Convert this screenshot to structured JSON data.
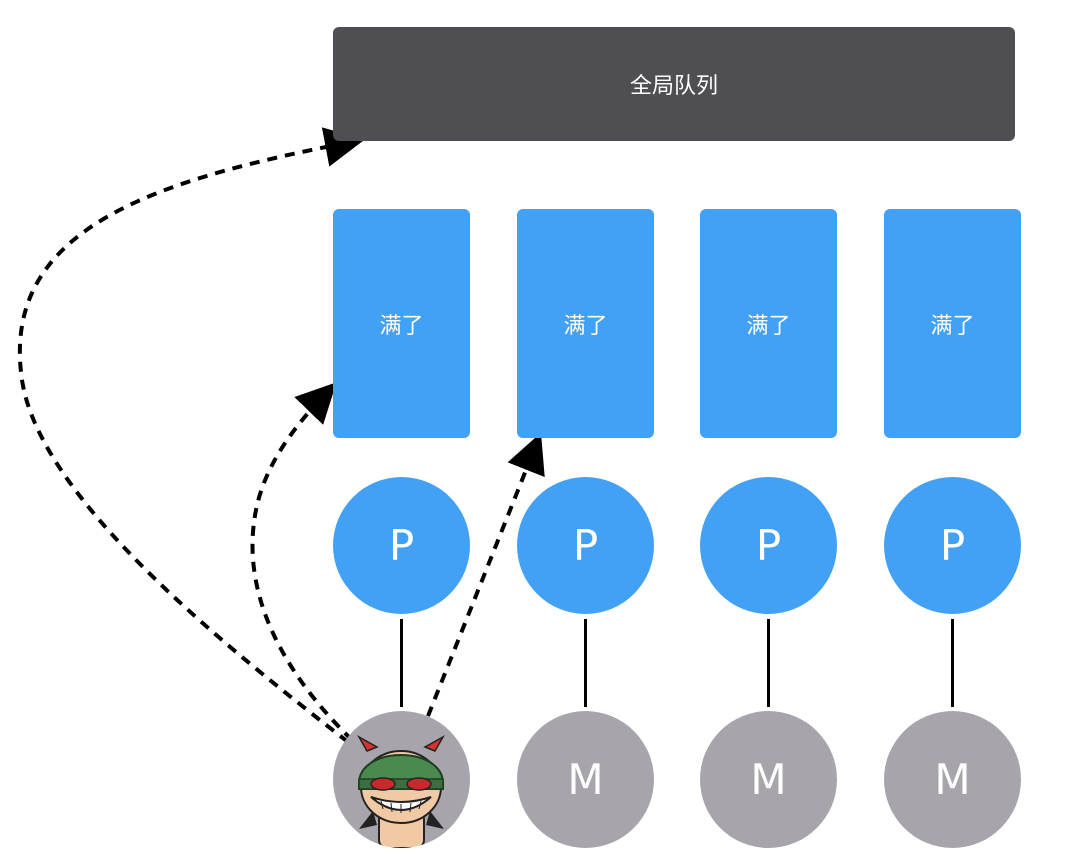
{
  "colors": {
    "global_queue": "#4f4e52",
    "queue": "#42a1f5",
    "processor": "#42a1f5",
    "machine": "#a7a5ab",
    "arrow": "#000000"
  },
  "global_queue": {
    "label": "全局队列"
  },
  "columns": [
    {
      "queue_label": "满了",
      "processor_label": "P",
      "machine_label": "",
      "machine_icon": "devil-mascot-icon"
    },
    {
      "queue_label": "满了",
      "processor_label": "P",
      "machine_label": "M"
    },
    {
      "queue_label": "满了",
      "processor_label": "P",
      "machine_label": "M"
    },
    {
      "queue_label": "满了",
      "processor_label": "P",
      "machine_label": "M"
    }
  ]
}
